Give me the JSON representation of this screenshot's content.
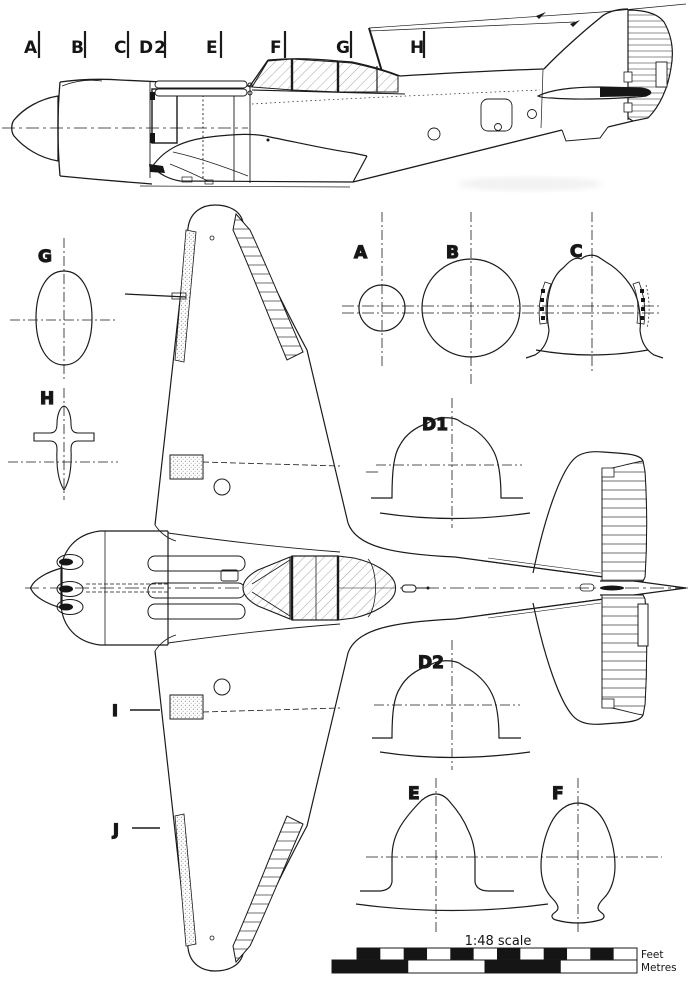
{
  "figure": {
    "description": "Three-view line drawing of a WWII radial-engine fighter: side profile with station markers, fuselage cross-sections, top plan view and 1:48 scale bar",
    "ink_color": "#1b1b1b",
    "paper_color": "#ffffff"
  },
  "side_view": {
    "station_markers": [
      {
        "label": "A"
      },
      {
        "label": "B"
      },
      {
        "label": "C"
      },
      {
        "label": "D2"
      },
      {
        "label": "E"
      },
      {
        "label": "F"
      },
      {
        "label": "G"
      },
      {
        "label": "H"
      }
    ]
  },
  "cross_sections": {
    "g": "G",
    "h": "H",
    "a": "A",
    "b": "B",
    "c": "C",
    "d1": "D1",
    "d2": "D2",
    "e": "E",
    "f": "F"
  },
  "plan_view": {
    "callout_i": "I",
    "callout_j": "J"
  },
  "scale_bar": {
    "title": "1:48 scale",
    "feet_label": "Feet",
    "metres_label": "Metres",
    "feet_segments": 12,
    "metre_segments": 4
  }
}
